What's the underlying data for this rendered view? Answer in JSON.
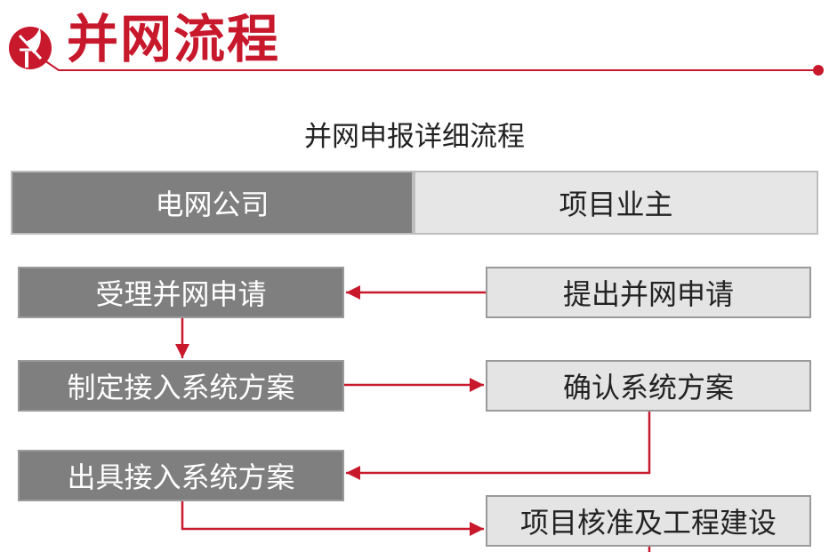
{
  "header": {
    "title": "并网流程",
    "logo_icon": "power-logo-icon",
    "accent": "#c8182c"
  },
  "diagram": {
    "subtitle": "并网申报详细流程",
    "columns": {
      "grid": "电网公司",
      "owner": "项目业主"
    },
    "grid_steps": [
      "受理并网申请",
      "制定接入系统方案",
      "出具接入系统方案"
    ],
    "owner_steps": [
      "提出并网申请",
      "确认系统方案",
      "项目核准及工程建设"
    ]
  }
}
